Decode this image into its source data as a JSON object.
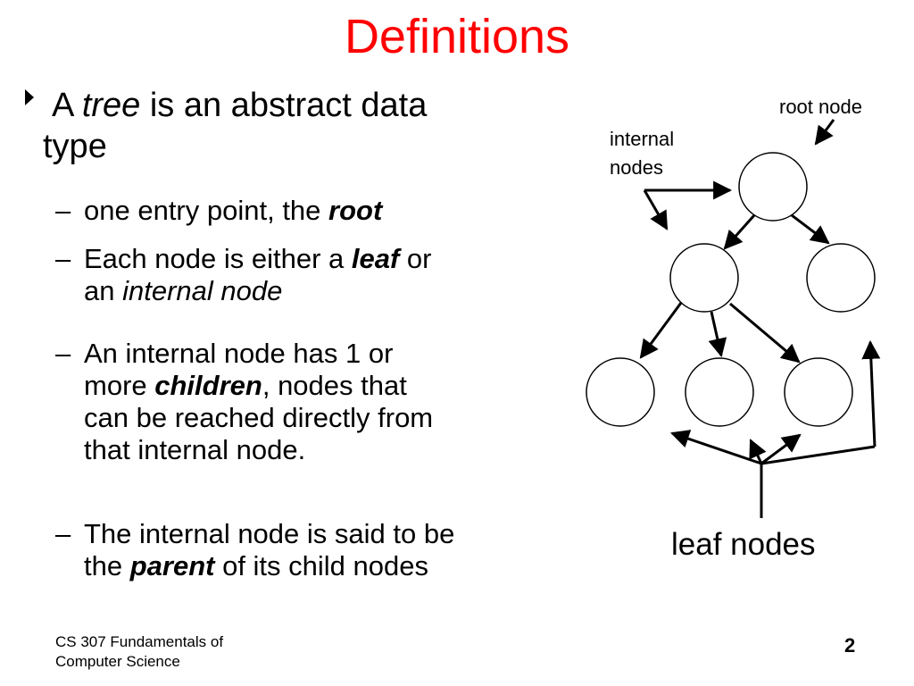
{
  "slide": {
    "title": "Definitions",
    "main_bullet": {
      "prefix": "A ",
      "term": "tree",
      "suffix": " is an abstract data",
      "line2": "type"
    },
    "sub1": {
      "text": "one entry point, the ",
      "term": "root"
    },
    "sub2": {
      "text": "Each node is either a ",
      "term1": "leaf",
      "mid": " or",
      "line2_prefix": "an ",
      "term2": "internal node"
    },
    "sub3": {
      "line1": "An internal node has 1 or",
      "line2_prefix": "more ",
      "term": "children",
      "line2_suffix": ", nodes that",
      "line3": "can be reached directly from",
      "line4": "that internal node."
    },
    "sub4": {
      "line1": "The internal node is said to be",
      "line2_prefix": "the ",
      "term": "parent",
      "line2_suffix": " of its child nodes"
    },
    "dash": "–"
  },
  "diagram": {
    "root_label": "root node",
    "internal_label_1": "internal",
    "internal_label_2": "nodes",
    "leaf_label": "leaf nodes"
  },
  "footer": {
    "course_line1": "CS 307 Fundamentals of",
    "course_line2": "Computer Science",
    "page_number": "2"
  }
}
